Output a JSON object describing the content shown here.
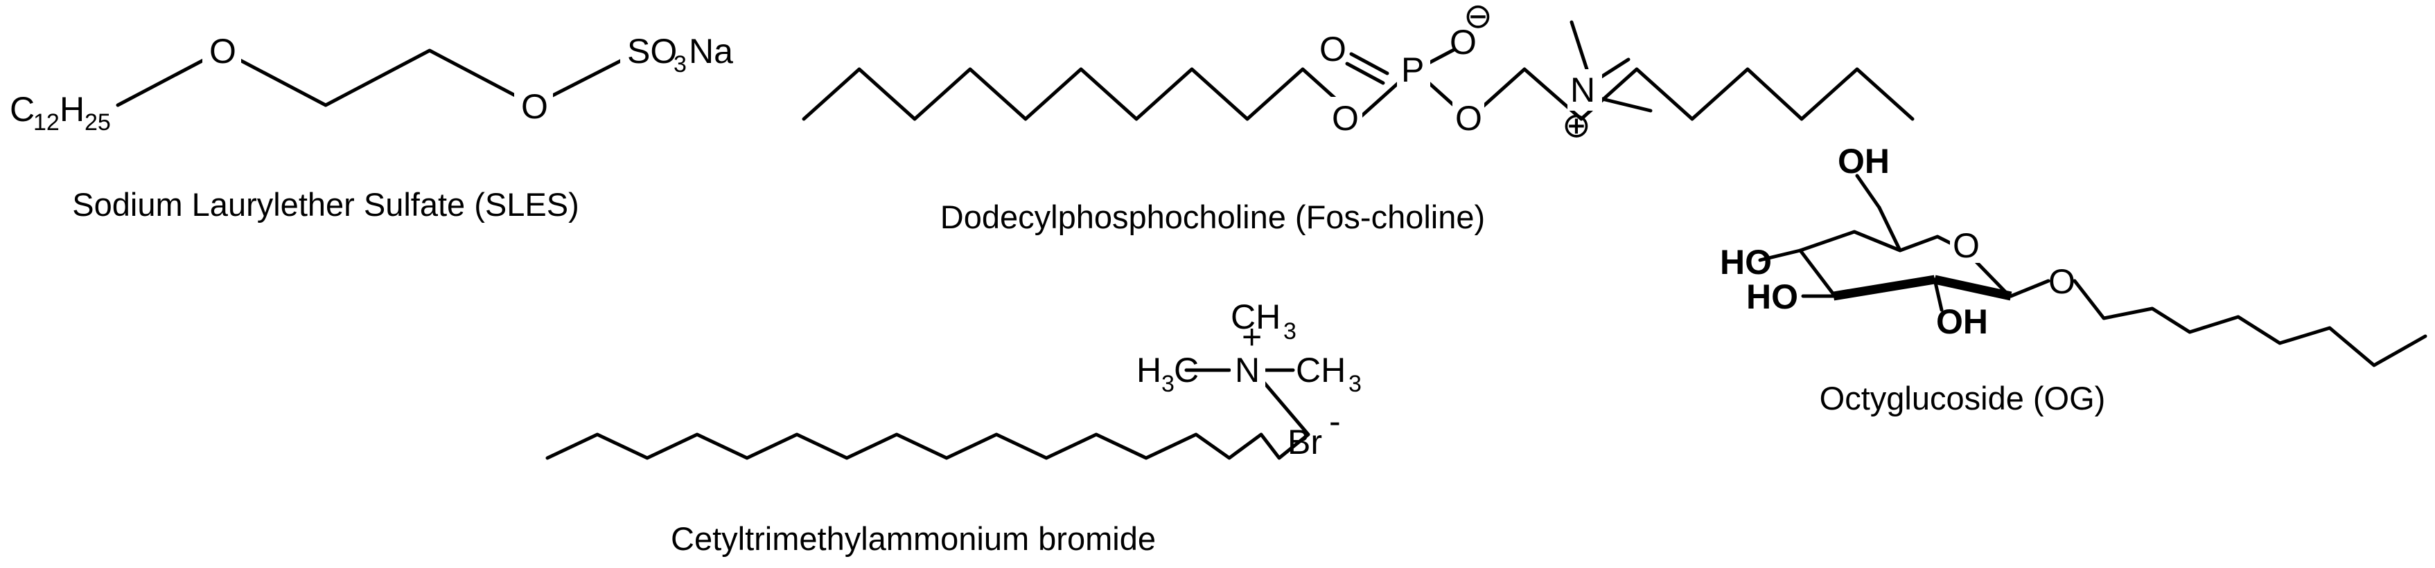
{
  "molecules": {
    "sles": {
      "caption": "Sodium Laurylether Sulfate (SLES)",
      "chain_c": "C",
      "chain_c_count": "12",
      "chain_h": "H",
      "chain_h_count": "25",
      "ether_o1": "O",
      "ether_o2": "O",
      "sulfate_so": "SO",
      "sulfate_o_count": "3",
      "sulfate_na": "Na"
    },
    "foscholine": {
      "caption": "Dodecylphosphocholine (Fos-choline)",
      "phosphorus": "P",
      "oxo_o": "O",
      "anionic_o": "O",
      "negative_charge": "⊖",
      "ester_o1": "O",
      "ester_o2": "O",
      "nitrogen": "N",
      "positive_charge": "⊕"
    },
    "ctab": {
      "caption": "Cetyltrimethylammonium bromide",
      "methyl_top": "CH",
      "methyl_top_h_count": "3",
      "methyl_left_h": "H",
      "methyl_left_h_count": "3",
      "methyl_left_c": "C",
      "nitrogen": "N",
      "plus": "+",
      "methyl_right": "CH",
      "methyl_right_h_count": "3",
      "bromide": "Br",
      "minus": "-"
    },
    "og": {
      "caption": "Octyglucoside (OG)",
      "oh_top": "OH",
      "ring_o": "O",
      "oh_c4": "HO",
      "oh_c3": "HO",
      "oh_c2": "OH",
      "glycosidic_o": "O"
    }
  }
}
